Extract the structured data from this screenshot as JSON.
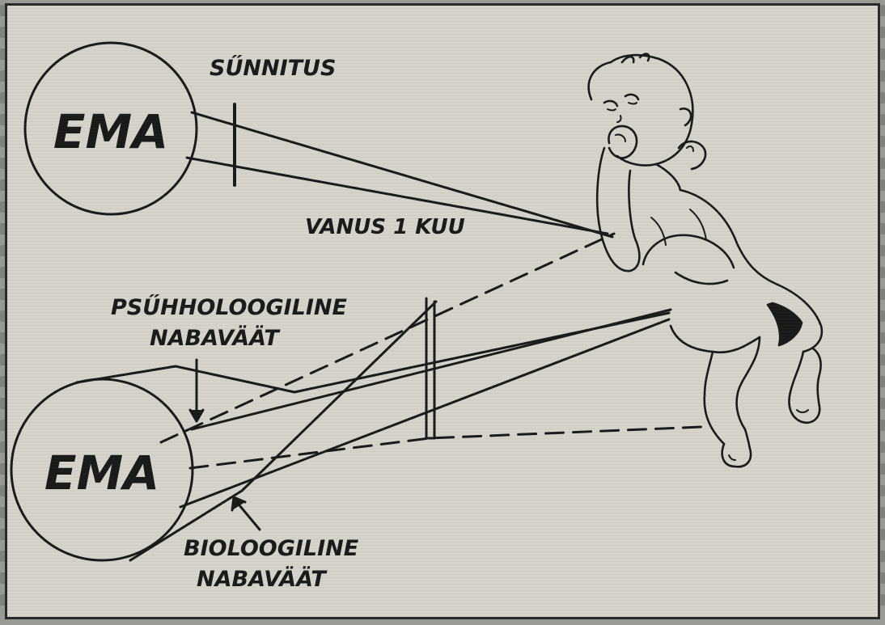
{
  "diagram": {
    "top_circle_label": "EMA",
    "bottom_circle_label": "EMA",
    "label_birth": "SŰNNITUS",
    "label_age": "VANUS 1 KUU",
    "label_psych_line1": "PSŰHHOLOOGILINE",
    "label_psych_line2": "NABAVÄÄT",
    "label_bio_line1": "BIOLOOGILINE",
    "label_bio_line2": "NABAVÄÄT"
  },
  "colors": {
    "ink": "#1a1a1a",
    "paper": "#d5d3ca",
    "scan_background": "#9a9a94"
  }
}
